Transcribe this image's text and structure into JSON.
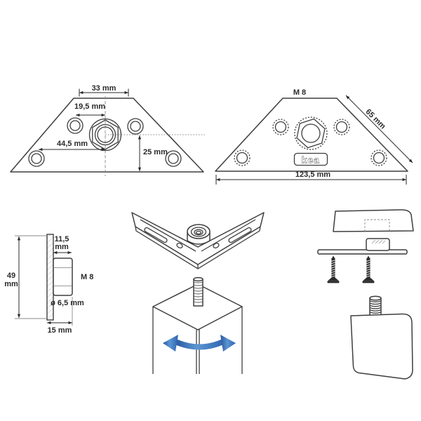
{
  "palette": {
    "background": "#ffffff",
    "line": "#3e3e3e",
    "dimension_text": "#2a2a2a",
    "rotation_arrow_blue_dark": "#27549e",
    "rotation_arrow_blue_light": "#5b96d2",
    "screw_black": "#2c2c2c"
  },
  "views": {
    "front": {
      "dim_top_width": "33 mm",
      "dim_hole_offset": "19,5 mm",
      "dim_corner_hole": "44,5 mm",
      "dim_center_to_base": "25 mm"
    },
    "back": {
      "thread_label": "M 8",
      "dim_diagonal": "65 mm",
      "dim_base_width": "123,5 mm",
      "logo_text": "kea"
    },
    "side": {
      "dim_nut_width_value": "11,5",
      "dim_nut_width_unit": "mm",
      "dim_height_value": "49",
      "dim_height_unit": "mm",
      "thread_label": "M 8",
      "dim_hole_diameter": "ø 6,5 mm",
      "dim_total_depth": "15 mm"
    }
  }
}
